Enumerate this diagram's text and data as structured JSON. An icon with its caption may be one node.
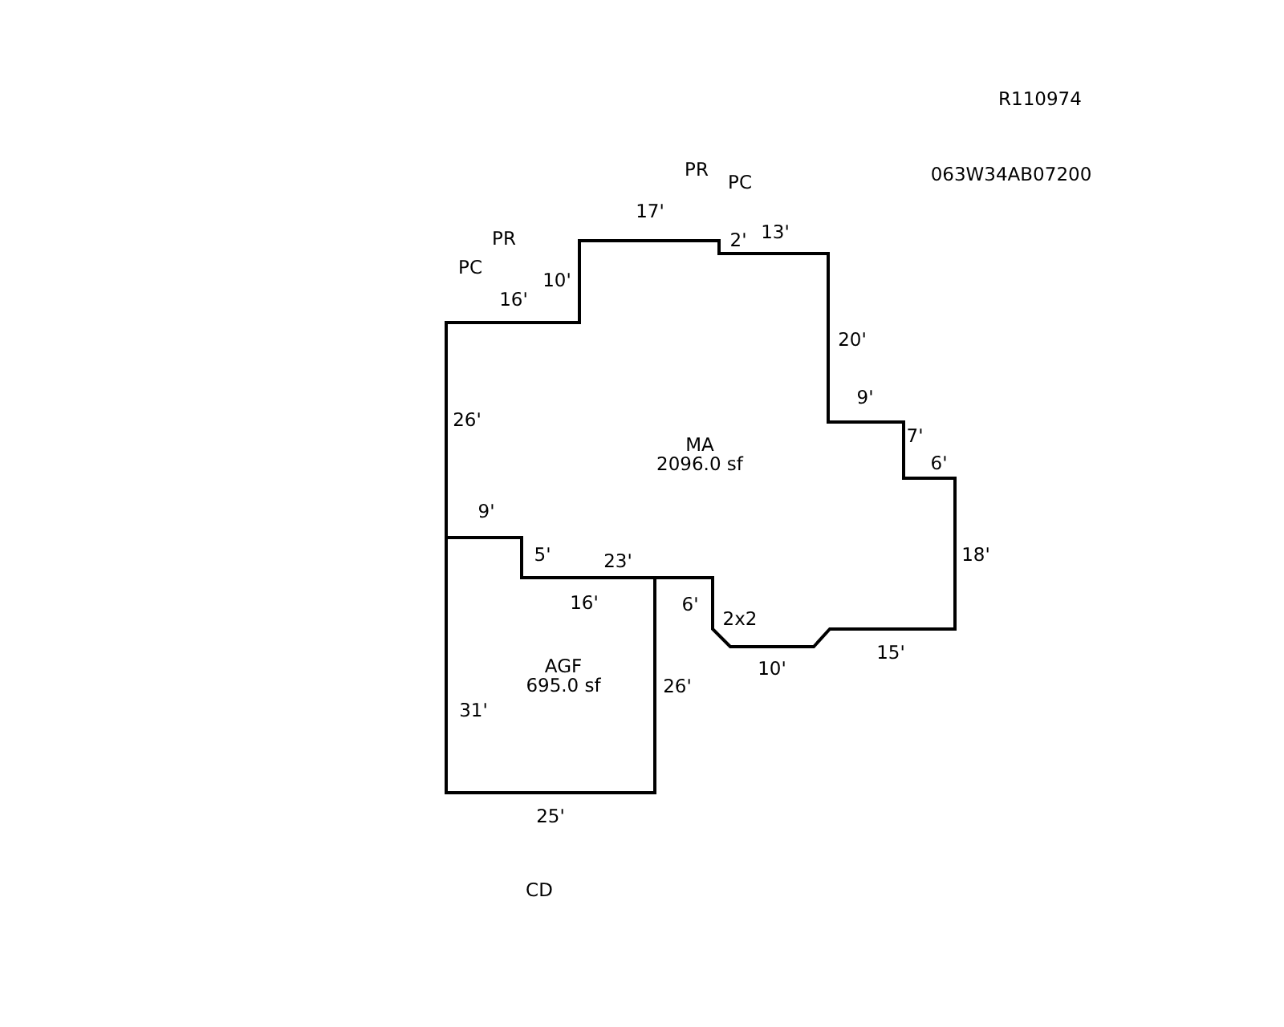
{
  "diagram": {
    "nodes": [
      {
        "text": [
          "MA",
          "2096.0 sf"
        ]
      },
      {
        "text": [
          "AGF",
          "695.0 sf"
        ]
      }
    ],
    "labels": [
      "R110974",
      "PR",
      "PC",
      "063W34AB07200",
      "17'",
      "PR",
      "2'",
      "13'",
      "PC",
      "10'",
      "16'",
      "20'",
      "9'",
      "26'",
      "7'",
      "6'",
      "9'",
      "18'",
      "5'",
      "23'",
      "16'",
      "6'",
      "2x2",
      "15'",
      "10'",
      "26'",
      "31'",
      "25'",
      "CD"
    ]
  }
}
